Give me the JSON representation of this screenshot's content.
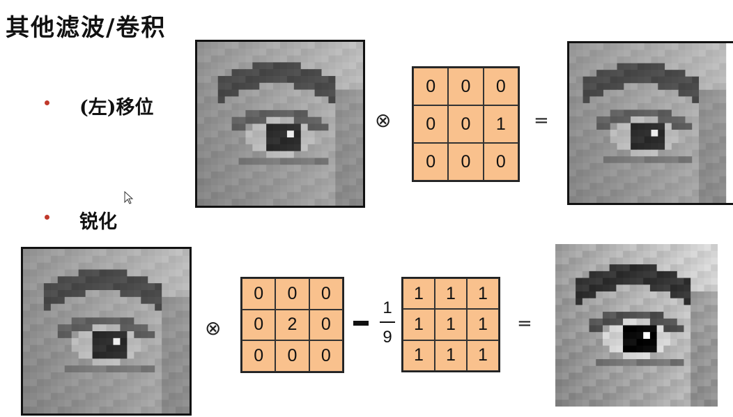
{
  "title": "其他滤波/卷积",
  "bullets": [
    {
      "label": "(左)移位"
    },
    {
      "label": "锐化"
    }
  ],
  "operators": {
    "convolve": "⊗",
    "equals": "=",
    "fraction_numerator": "1",
    "fraction_denominator": "9"
  },
  "colors": {
    "matrix_fill": "#f9c18d",
    "bullet": "#c0392b"
  },
  "images": [
    {
      "name": "eye-original-top"
    },
    {
      "name": "eye-shifted-result"
    },
    {
      "name": "eye-original-bottom"
    },
    {
      "name": "eye-sharpened-result"
    }
  ],
  "shift_kernel": [
    [
      "0",
      "0",
      "0"
    ],
    [
      "0",
      "0",
      "1"
    ],
    [
      "0",
      "0",
      "0"
    ]
  ],
  "sharpen_kernel": [
    [
      "0",
      "0",
      "0"
    ],
    [
      "0",
      "2",
      "0"
    ],
    [
      "0",
      "0",
      "0"
    ]
  ],
  "box_kernel": [
    [
      "1",
      "1",
      "1"
    ],
    [
      "1",
      "1",
      "1"
    ],
    [
      "1",
      "1",
      "1"
    ]
  ]
}
